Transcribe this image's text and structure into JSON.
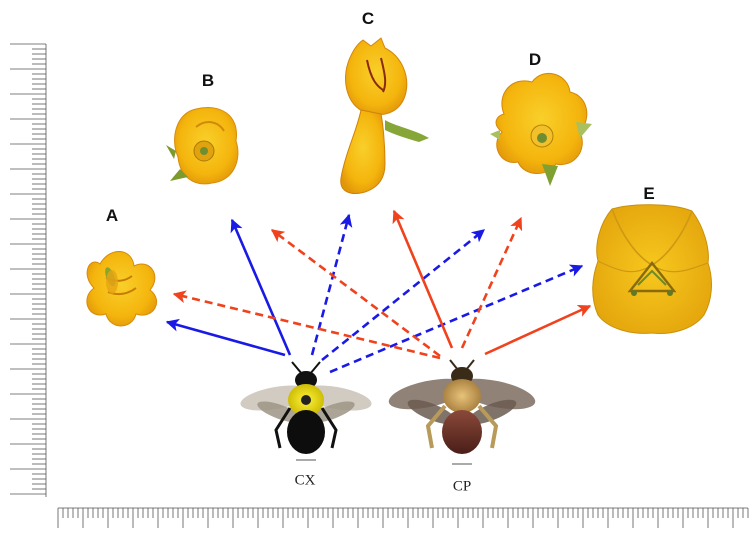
{
  "flowers": {
    "A": {
      "label": "A"
    },
    "B": {
      "label": "B"
    },
    "C": {
      "label": "C"
    },
    "D": {
      "label": "D"
    },
    "E": {
      "label": "E"
    }
  },
  "bees": {
    "CX": {
      "label": "CX"
    },
    "CP": {
      "label": "CP"
    }
  },
  "colors": {
    "blue": "#1a1ae6",
    "red": "#f0421c",
    "petal": "#f5b90f",
    "petal_dark": "#d98a06"
  }
}
